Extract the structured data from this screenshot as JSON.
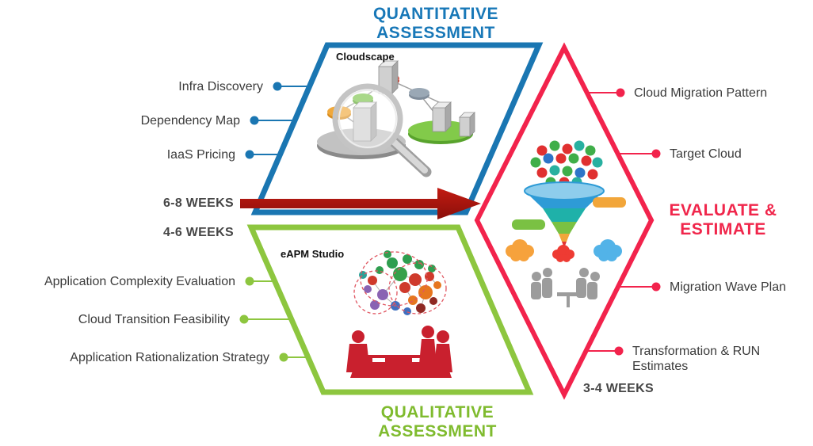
{
  "quantitative": {
    "title": "QUANTITATIVE\nASSESSMENT",
    "tool": "Cloudscape",
    "items": [
      {
        "label": "Infra Discovery"
      },
      {
        "label": "Dependency Map"
      },
      {
        "label": "IaaS Pricing"
      }
    ],
    "duration": "6-8 WEEKS",
    "accent_color": "#1a76b2"
  },
  "qualitative": {
    "title": "QUALITATIVE\nASSESSMENT",
    "tool": "eAPM Studio",
    "items": [
      {
        "label": "Application Complexity Evaluation"
      },
      {
        "label": "Cloud Transition Feasibility"
      },
      {
        "label": "Application Rationalization Strategy"
      }
    ],
    "duration": "4-6 WEEKS",
    "accent_color": "#8dc63f"
  },
  "evaluate": {
    "title": "EVALUATE &\nESTIMATE",
    "items": [
      {
        "label": "Cloud Migration Pattern"
      },
      {
        "label": "Target Cloud"
      },
      {
        "label": "Migration Wave Plan"
      },
      {
        "label": "Transformation & RUN Estimates"
      }
    ],
    "duration": "3-4 WEEKS",
    "accent_color": "#f2234c"
  },
  "arrow_color": "#a6150f"
}
